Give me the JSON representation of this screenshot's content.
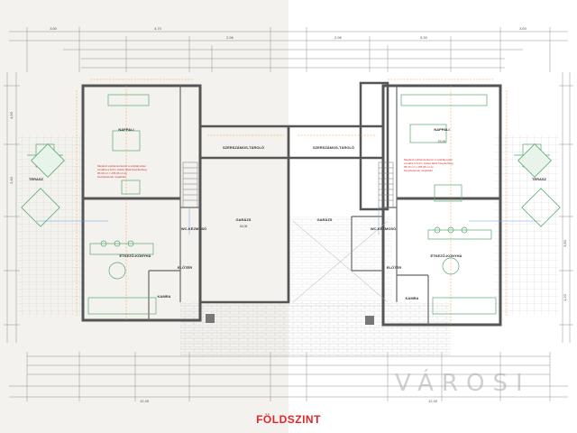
{
  "title": "FÖLDSZINT",
  "watermark": "VÁROSI",
  "rooms_left": [
    {
      "name": "NAPPALI",
      "area": ""
    },
    {
      "name": "ÉTKEZŐ-KONYHA",
      "area": ""
    },
    {
      "name": "ELŐTÉR",
      "area": ""
    },
    {
      "name": "KAMRA",
      "area": ""
    },
    {
      "name": "GARÁZS",
      "area": "18,08"
    },
    {
      "name": "WC-KÉZMOSÓ",
      "area": ""
    },
    {
      "name": "SZERSZÁMOS-TÁROLÓ",
      "area": ""
    },
    {
      "name": "TERASZ",
      "area": ""
    }
  ],
  "rooms_right": [
    {
      "name": "NAPPALI",
      "area": "23,00"
    },
    {
      "name": "ÉTKEZŐ-KONYHA",
      "area": ""
    },
    {
      "name": "ELŐTÉR",
      "area": ""
    },
    {
      "name": "KAMRA",
      "area": ""
    },
    {
      "name": "GARÁZS",
      "area": ""
    },
    {
      "name": "WC-KÉZMOSÓ",
      "area": ""
    },
    {
      "name": "SZERSZÁMOS-TÁROLÓ",
      "area": ""
    },
    {
      "name": "TERASZ",
      "area": ""
    }
  ],
  "dimensions": {
    "top_left": [
      "3,60",
      "4,70",
      "2,96"
    ],
    "top_right": [
      "2,96",
      "5,30",
      "3,60"
    ],
    "bottom_left": "12,45",
    "bottom_right": "12,45",
    "side": [
      "4,90",
      "2,40",
      "3,80",
      "1,20"
    ]
  },
  "notes": {
    "left": "Meglévő épületszerkezet a szabályozási\nvonalba a 6,0m. Hátsó falak beépítettség\n95,30 m² = 235,06 m² és\nbeépítésének megfelelő",
    "right": "Meglévő épületszerkezet a szabályozási\nvonalba a 6,0m. Hátsó falak beépítettség\n95,30 m² = 235,06 m² és\nbeépítésének megfelelő"
  },
  "colors": {
    "accent": "#e0262b",
    "wall": "#555555",
    "furniture": "#5aa870",
    "dim": "#f0a030"
  }
}
